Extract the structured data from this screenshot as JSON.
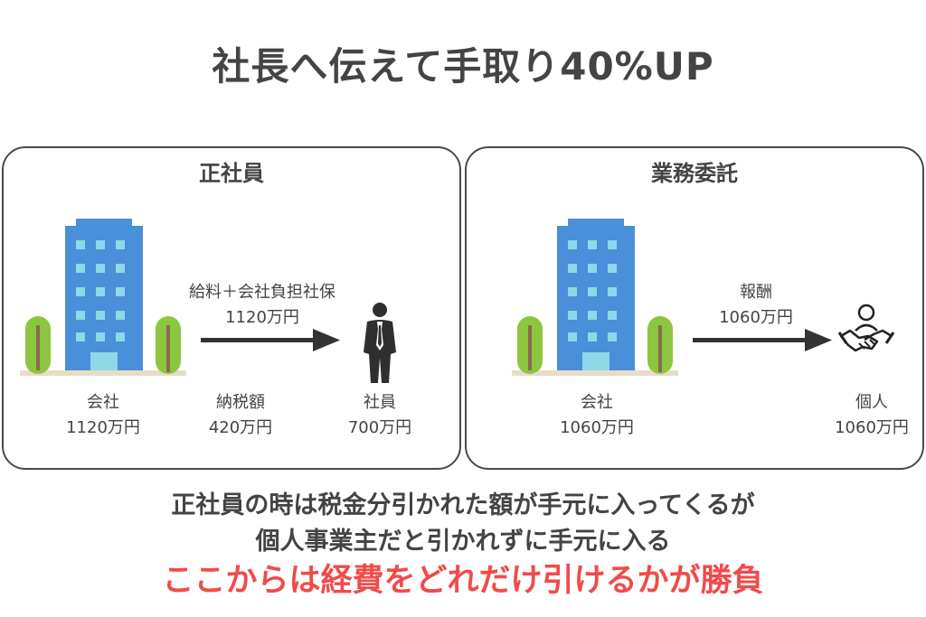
{
  "title": "社長へ伝えて手取り40%UP",
  "employee_panel": {
    "title": "正社員",
    "arrow_label_top": "給料＋会社負担社保",
    "arrow_label_bottom": "1120万円",
    "company_label": "会社",
    "company_amount": "1120万円",
    "tax_label": "納税額",
    "tax_amount": "420万円",
    "employee_label": "社員",
    "employee_amount": "700万円"
  },
  "contract_panel": {
    "title": "業務委託",
    "arrow_label_top": "報酬",
    "arrow_label_bottom": "1060万円",
    "company_label": "会社",
    "company_amount": "1060万円",
    "individual_label": "個人",
    "individual_amount": "1060万円"
  },
  "bottom_text": {
    "line1": "正社員の時は税金分引かれた額が手元に入ってくるが",
    "line2": "個人事業主だと引かれずに手元に入る",
    "line3": "ここからは経費をどれだけ引けるかが勝負"
  },
  "colors": {
    "text": "#444444",
    "highlight": "#f24a4a",
    "building": "#4a8fd9",
    "window": "#8fd8e6",
    "tree": "#8cc63f",
    "trunk": "#8b6b4f",
    "ground": "#e8dcc8",
    "arrow": "#333333"
  },
  "icons": [
    "office-building-icon",
    "tree-icon",
    "businessman-icon",
    "handshake-icon",
    "arrow-icon"
  ]
}
